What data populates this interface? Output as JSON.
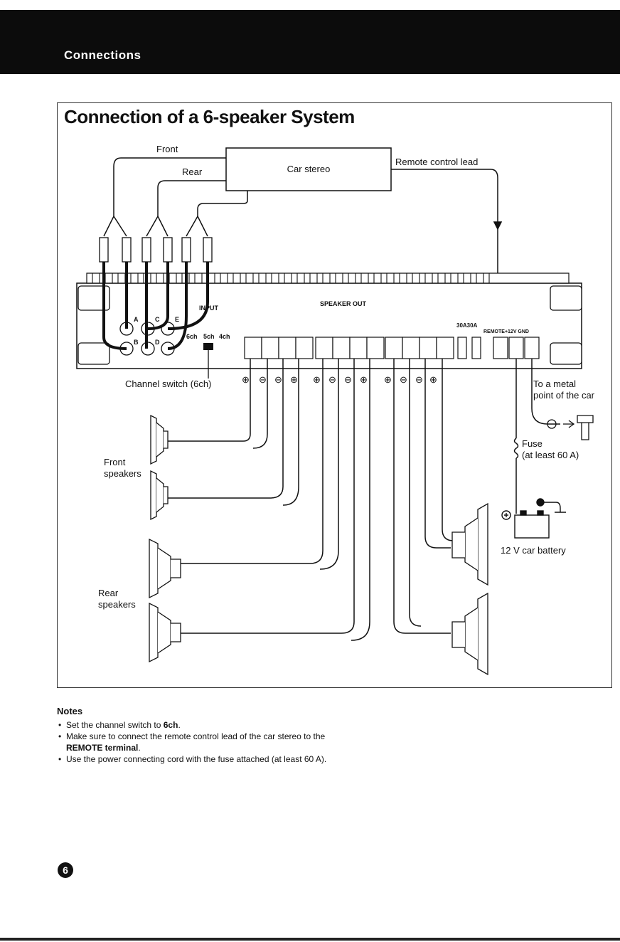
{
  "header": {
    "title": "Connections"
  },
  "section": {
    "title": "Connection of a 6-speaker System"
  },
  "diagram": {
    "labels": {
      "front": "Front",
      "rear": "Rear",
      "car_stereo": "Car stereo",
      "remote_lead": "Remote control lead",
      "input": "INPUT",
      "ch_a": "A",
      "ch_b": "B",
      "ch_c": "C",
      "ch_d": "D",
      "ch_e": "E",
      "switch_6ch": "6ch",
      "switch_5ch": "5ch",
      "switch_4ch": "4ch",
      "channel_switch": "Channel switch (6ch)",
      "speaker_out": "SPEAKER OUT",
      "fuse_rating": "30A30A",
      "power_terminals": "REMOTE+12V GND",
      "metal_point_1": "To a metal",
      "metal_point_2": "point of the car",
      "fuse": "Fuse",
      "fuse_note": "(at least 60 A)",
      "battery": "12 V car battery",
      "front_speakers_1": "Front",
      "front_speakers_2": "speakers",
      "rear_speakers_1": "Rear",
      "rear_speakers_2": "speakers",
      "plus": "⊕",
      "minus": "⊖"
    }
  },
  "notes": {
    "title": "Notes",
    "item1_pre": "Set the channel switch to ",
    "item1_bold": "6ch",
    "item1_post": ".",
    "item2_pre": "Make sure to connect the remote control lead of the car stereo to the ",
    "item2_bold": "REMOTE terminal",
    "item2_post": ".",
    "item3": "Use the power connecting cord with the fuse attached (at least 60 A)."
  },
  "page": {
    "number": "6"
  }
}
